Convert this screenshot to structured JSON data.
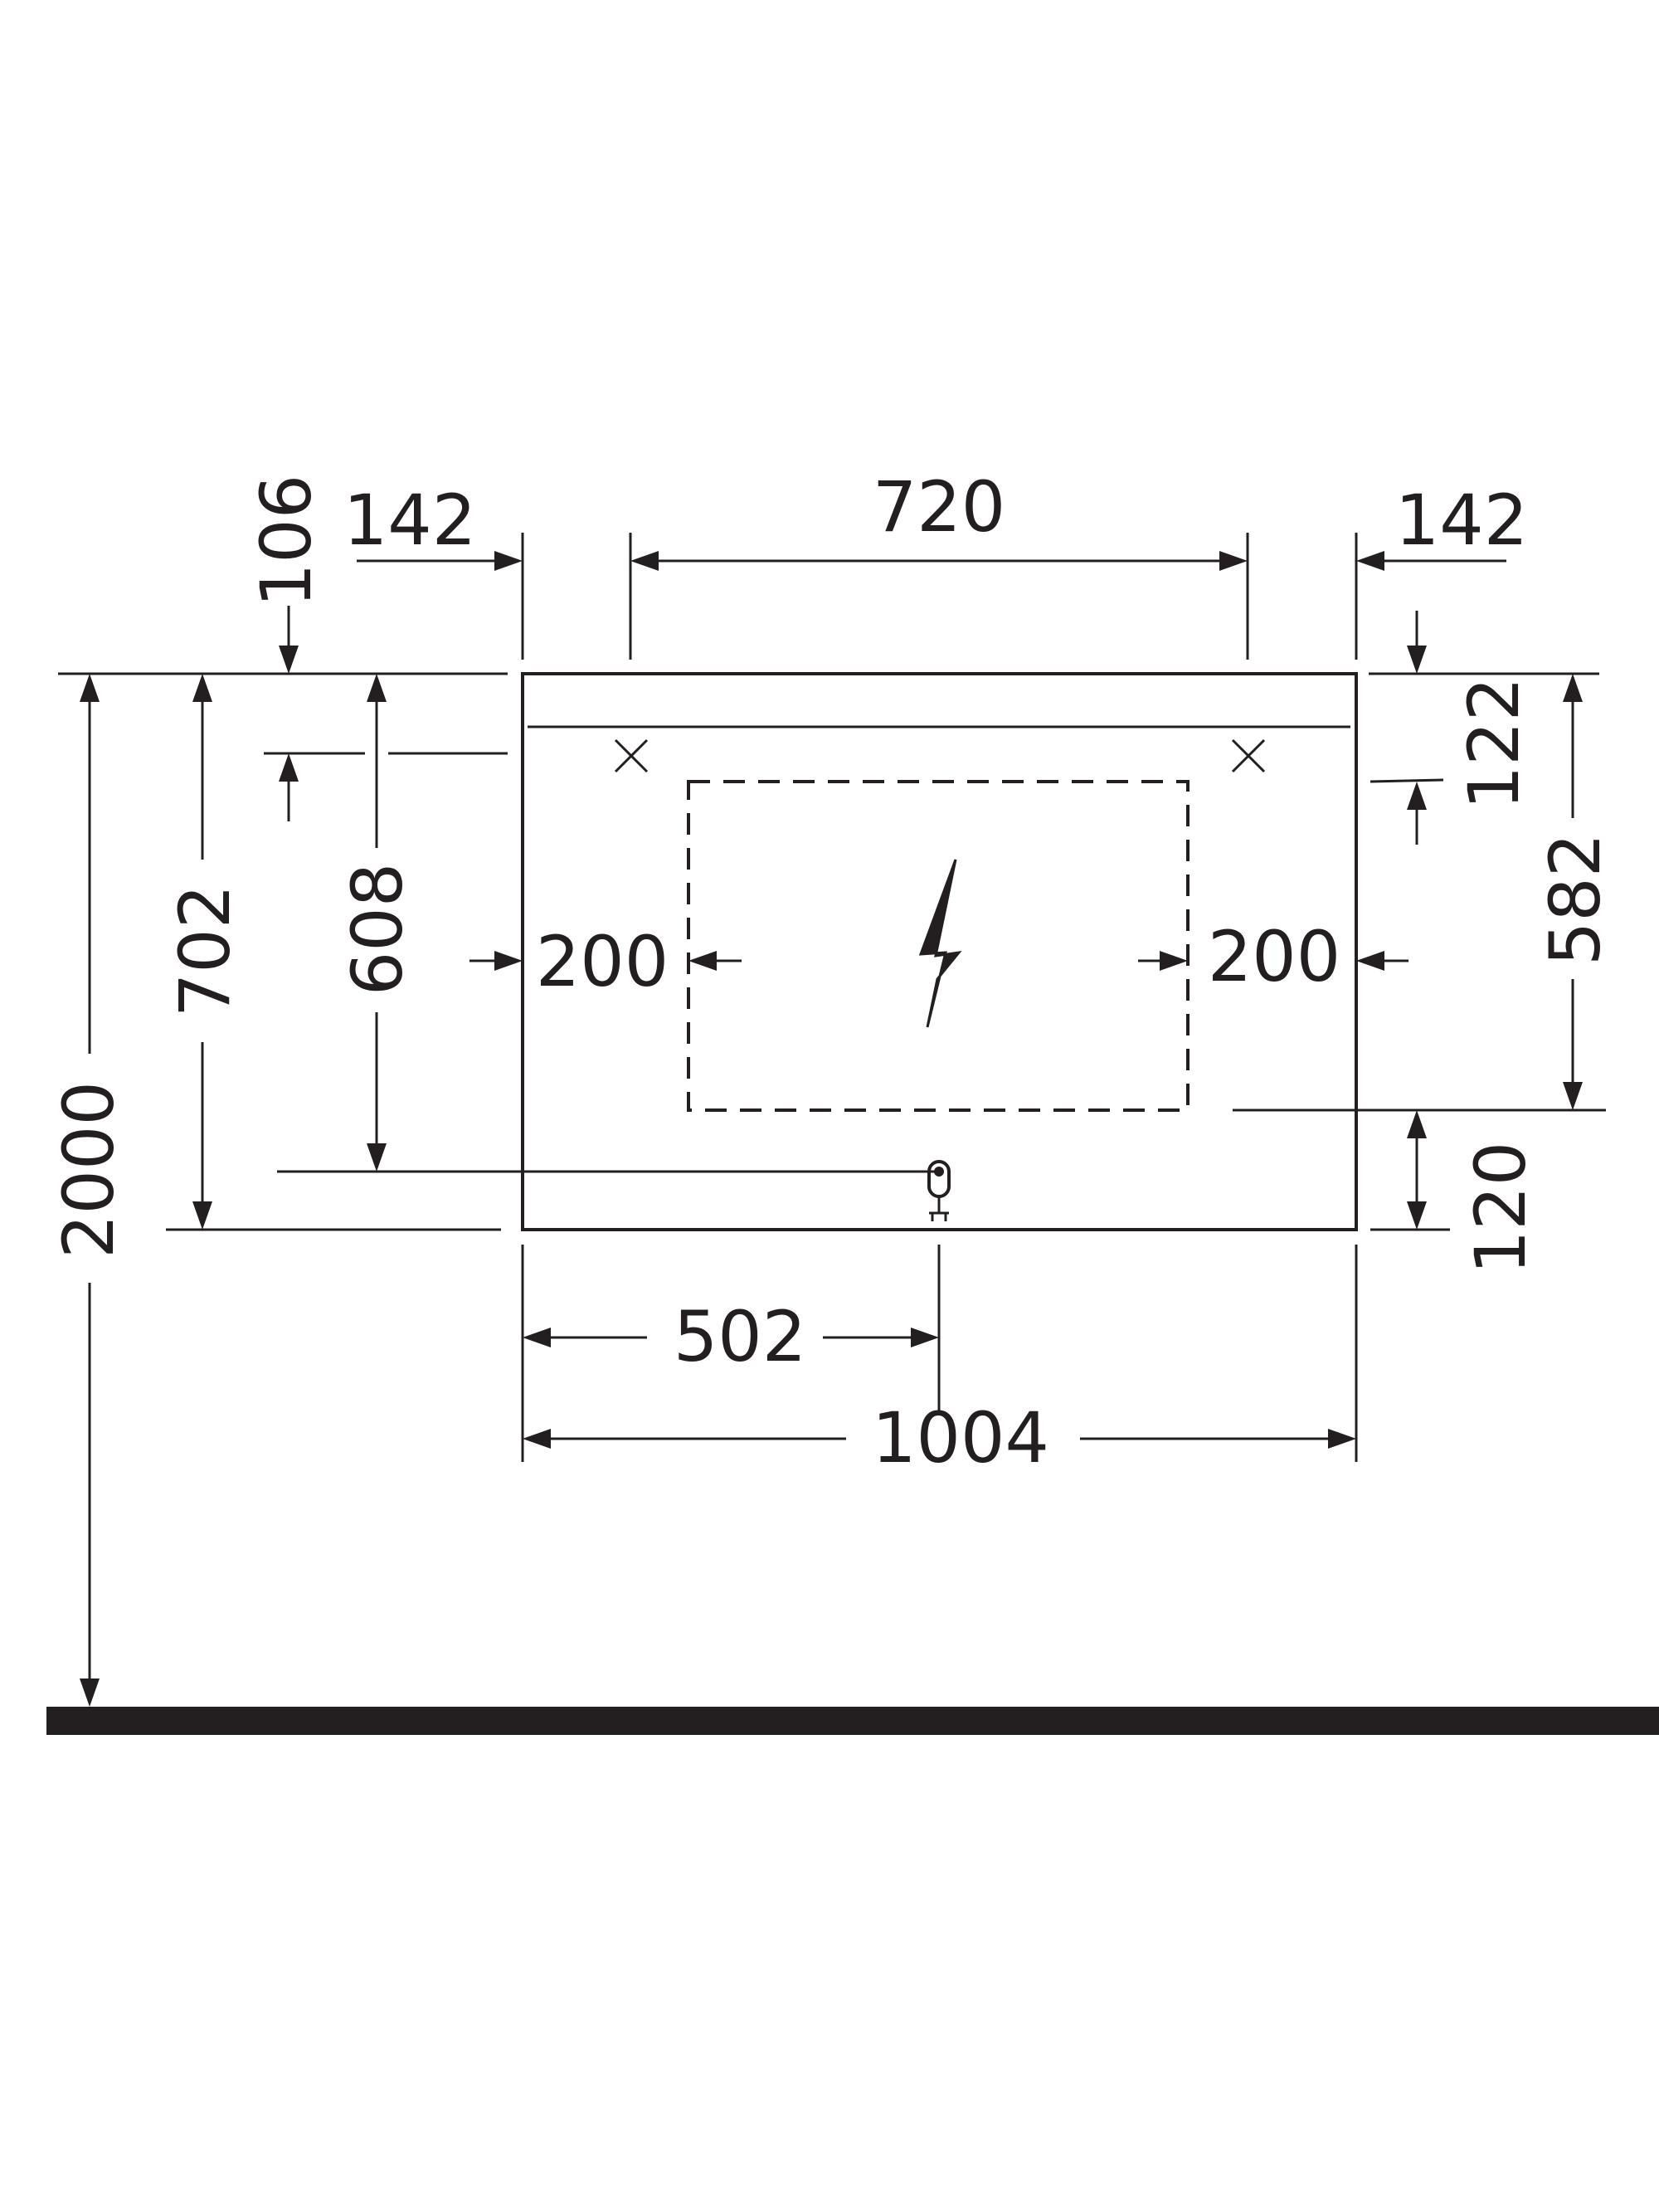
{
  "dimensions": {
    "floor_to_top": "2000",
    "top_offset": "106",
    "left_margin": "142",
    "right_margin": "142",
    "hole_spacing": "720",
    "top_to_mount_line": "122",
    "top_to_box_bottom": "582",
    "box_bottom_to_mirror_bottom": "120",
    "top_to_outlet": "608",
    "mirror_height": "702",
    "left_inset": "200",
    "right_inset": "200",
    "outlet_from_left": "502",
    "mirror_width": "1004"
  },
  "colors": {
    "ink": "#231f20",
    "background": "#ffffff"
  },
  "icons": {
    "electric": "lightning-bolt-icon",
    "outlet": "water-outlet-icon",
    "mount": "mounting-point-x-icon"
  }
}
